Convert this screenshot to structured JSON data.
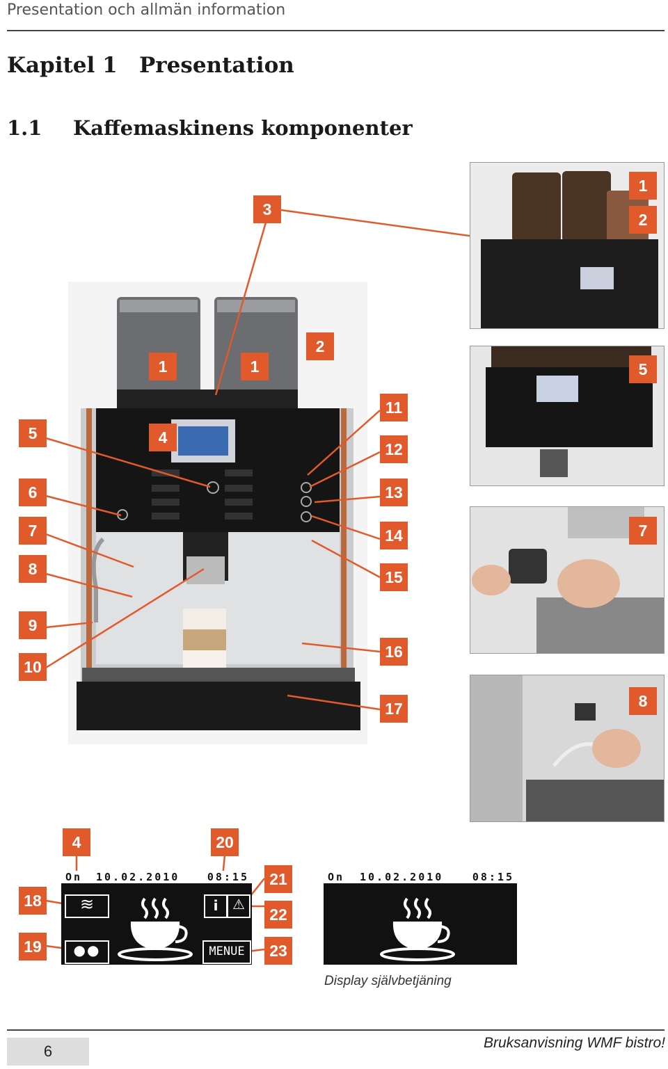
{
  "header": {
    "running_title": "Presentation och allmän information"
  },
  "chapter": {
    "label": "Kapitel 1",
    "title": "Presentation"
  },
  "section": {
    "number": "1.1",
    "title": "Kaffemaskinens komponenter"
  },
  "callouts": {
    "c1a": "1",
    "c1b": "1",
    "c1c": "1",
    "c2a": "2",
    "c2b": "2",
    "c3": "3",
    "c4a": "4",
    "c4b": "4",
    "c5a": "5",
    "c5b": "5",
    "c6": "6",
    "c7a": "7",
    "c7b": "7",
    "c8a": "8",
    "c8b": "8",
    "c9": "9",
    "c10": "10",
    "c11": "11",
    "c12": "12",
    "c13": "13",
    "c14": "14",
    "c15": "15",
    "c16": "16",
    "c17": "17",
    "c18": "18",
    "c19": "19",
    "c20": "20",
    "c21": "21",
    "c22": "22",
    "c23": "23"
  },
  "display_left": {
    "status": "On",
    "date": "10.02.2010",
    "time": "08:15",
    "menu_label": "MENUE"
  },
  "display_right": {
    "status": "On",
    "date": "10.02.2010",
    "time": "08:15"
  },
  "caption": "Display självbetjäning",
  "footer": {
    "page_number": "6",
    "title": "Bruksanvisning WMF bistro!"
  },
  "colors": {
    "callout": "#e05a2b",
    "leader": "#e05a2b"
  }
}
